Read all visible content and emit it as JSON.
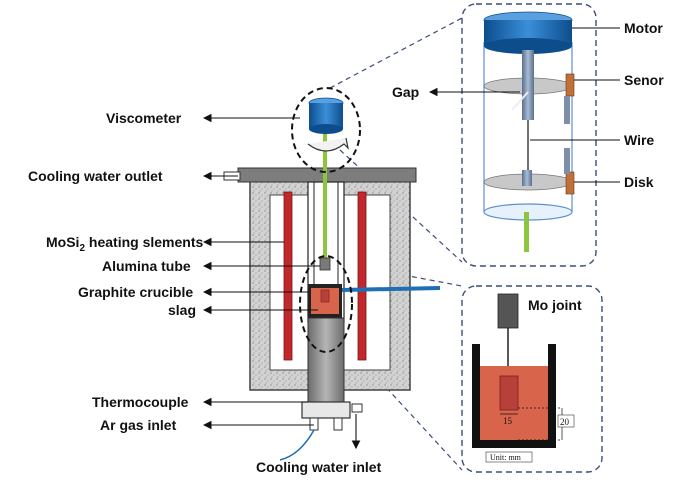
{
  "labels": {
    "viscometer": "Viscometer",
    "cooling_water_outlet": "Cooling water outlet",
    "heating_elements_prefix": "MoSi",
    "heating_elements_sub": "2",
    "heating_elements_suffix": " heating slements",
    "alumina_tube": "Alumina tube",
    "graphite_crucible": "Graphite crucible",
    "slag": "slag",
    "thermocouple": "Thermocouple",
    "ar_gas_inlet": "Ar gas inlet",
    "cooling_water_inlet": "Cooling water inlet",
    "motor": "Motor",
    "gap": "Gap",
    "senor": "Senor",
    "wire": "Wire",
    "disk": "Disk",
    "mo_joint": "Mo joint",
    "dim_width": "15",
    "dim_height": "20",
    "unit": "Unit: mm"
  },
  "colors": {
    "accent_blue": "#1f6fb5",
    "slag_red": "#d9644c",
    "heater_red": "#c0282b",
    "wire_green": "#8cc63f",
    "insulation": "#c8c8c8",
    "sensor_orange": "#c0703a",
    "dash_border": "#3b4d7a"
  }
}
